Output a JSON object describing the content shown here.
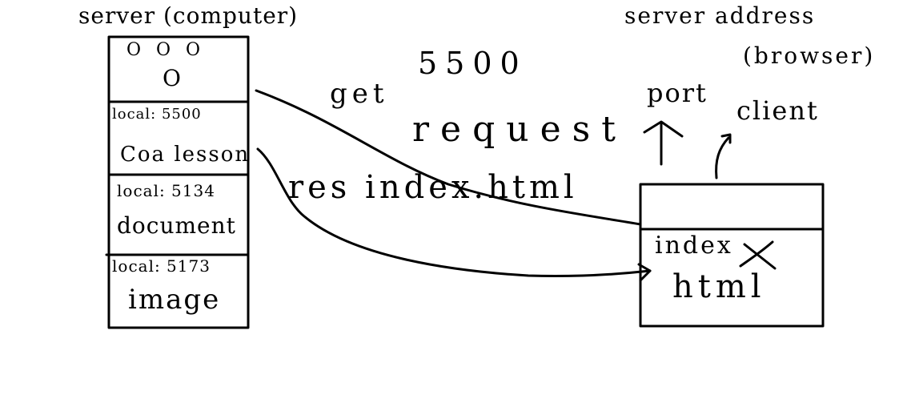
{
  "server": {
    "title": "server (computer)",
    "top_marks": "O O O",
    "top_mark_2": "O",
    "rows": [
      {
        "address": "local: 5500",
        "content": "Coa lesson"
      },
      {
        "address": "local: 5134",
        "content": "document"
      },
      {
        "address": "local: 5173",
        "content": "image"
      }
    ]
  },
  "client": {
    "title_line1": "server address",
    "title_line2": "(browser)",
    "port_label": "port",
    "client_label": "client",
    "content_line1": "index",
    "content_line2": "html"
  },
  "arrows": {
    "port_number": "5500",
    "request_line1": "get",
    "request_line2": "request",
    "response": "res index.html"
  },
  "colors": {
    "ink": "#000000",
    "background": "#ffffff"
  }
}
